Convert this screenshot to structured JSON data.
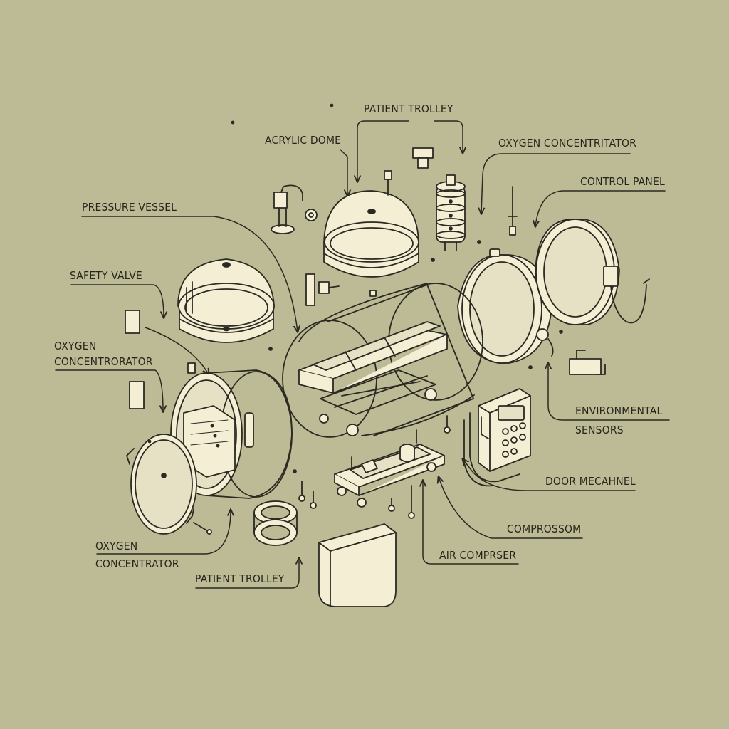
{
  "colors": {
    "background": "#bdbb95",
    "part_fill": "#f3eed4",
    "line": "#2b2a22"
  },
  "labels": {
    "patient_trolley_top": "PATIENT TROLLEY",
    "acrylic_dome": "ACRYLIC DOME",
    "oxygen_concentrator_top": "OXYGEN CONCENTRITATOR",
    "control_panel": "CONTROL PANEL",
    "pressure_vessel": "PRESSURE VESSEL",
    "safety_valve": "SAFETY VALVE",
    "oxygen_concentrator_left_1": "OXYGEN",
    "oxygen_concentrator_left_2": "CONCENTRORATOR",
    "environmental_sensors_1": "ENVIRONMENTAL",
    "environmental_sensors_2": "SENSORS",
    "door_mechanism": "DOOR MECAHNEL",
    "compressor": "COMPROSSOM",
    "air_compressor": "AIR COMPRSER",
    "oxygen_concentrator_bottom_1": "OXYGEN",
    "oxygen_concentrator_bottom_2": "CONCENTRATOR",
    "patient_trolley_bottom": "PATIENT TROLLEY"
  }
}
